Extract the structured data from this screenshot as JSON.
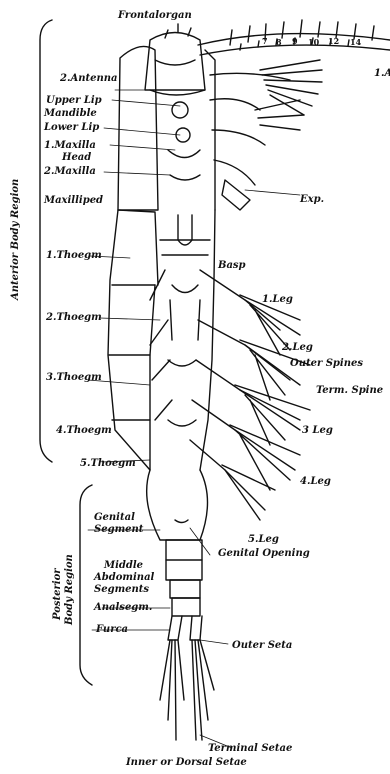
{
  "diagram": {
    "labels": {
      "frontal_organ": "Frontalorgan",
      "antenna_1": "1.A",
      "antenna_2": "2.Antenna",
      "upper_lip": "Upper Lip",
      "mandible": "Mandible",
      "lower_lip": "Lower Lip",
      "maxilla_1": "1.Maxilla",
      "head": "Head",
      "maxilla_2": "2.Maxilla",
      "maxilliped": "Maxilliped",
      "exp": "Exp.",
      "thoracic_1": "1.Thoegm",
      "basp": "Basp",
      "leg_1": "1.Leg",
      "thoracic_2": "2.Thoegm",
      "leg_2": "2.Leg",
      "outer_spines": "Outer Spines",
      "thoracic_3": "3.Thoegm",
      "term_spine": "Term. Spine",
      "leg_3": "3 Leg",
      "thoracic_4": "4.Thoegm",
      "leg_4": "4.Leg",
      "thoracic_5": "5.Thoegm",
      "leg_5": "5.Leg",
      "genital_segment_1": "Genital",
      "genital_segment_2": "Segment",
      "genital_opening": "Genital Opening",
      "middle_abdominal_1": "Middle",
      "middle_abdominal_2": "Abdominal",
      "middle_abdominal_3": "Segments",
      "anal_segment": "Analsegm.",
      "furca": "Furca",
      "outer_seta": "Outer Seta",
      "terminal_setae": "Terminal Setae",
      "inner_dorsal_setae": "Inner or Dorsal Setae"
    },
    "regions": {
      "anterior": "Anterior Body Region",
      "posterior_1": "Posterior",
      "posterior_2": "Body Region"
    },
    "antenna_segment_numbers": [
      "7",
      "8",
      "9",
      "10",
      "12",
      "14"
    ]
  }
}
